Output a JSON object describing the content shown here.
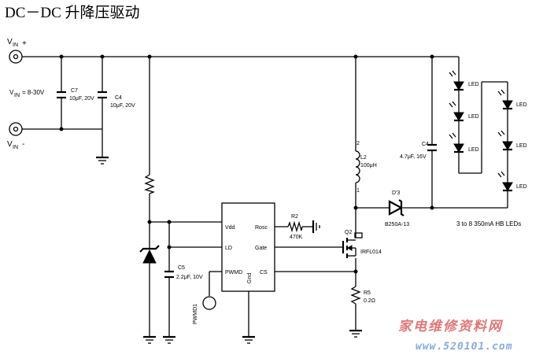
{
  "title": "DC－DC 升降压驱动",
  "terminals": {
    "vin_plus": "V",
    "vin_plus_sub": "IN",
    "vin_plus_sign": "+",
    "vin_minus": "V",
    "vin_minus_sub": "IN",
    "vin_minus_sign": "-",
    "vin_range_prefix": "V",
    "vin_range_sub": "IN",
    "vin_range_value": "= 8-30V"
  },
  "components": {
    "c7_ref": "C7",
    "c7_value": "10μF, 20V",
    "c4a_ref": "C4",
    "c4a_value": "10μF, 20V",
    "l2_pin2": "2",
    "l2_ref": "L2",
    "l2_value": "100μH",
    "l2_pin1": "1",
    "c4b_ref": "C4",
    "c4b_value": "4.7μF, 16V",
    "d3_ref": "D'3",
    "d3_part": "B250A-13",
    "r2_ref": "R2",
    "r2_value": "470K",
    "q2_ref": "Q2",
    "q2_part": "IRFL014",
    "r5_ref": "R5",
    "r5_value": "0.2Ω",
    "c5_ref": "C5",
    "c5_value": "2.2μF, 10V",
    "pwmd_input": "PWMD1"
  },
  "ic_pins": {
    "vdd": "Vdd",
    "ld": "LD",
    "pwmd": "PWMD",
    "gnd": "Gnd",
    "rosc": "Rosc",
    "gate": "Gate",
    "cs": "CS"
  },
  "leds": {
    "label": "LED",
    "string_caption": "3 to 8 350mA HB LEDs"
  },
  "watermark": {
    "cn": "家电维修资料网",
    "url": "www.520101.com"
  },
  "colors": {
    "wire": "#000000",
    "watermark_cn": "#e07878",
    "watermark_url": "#88aadd"
  }
}
